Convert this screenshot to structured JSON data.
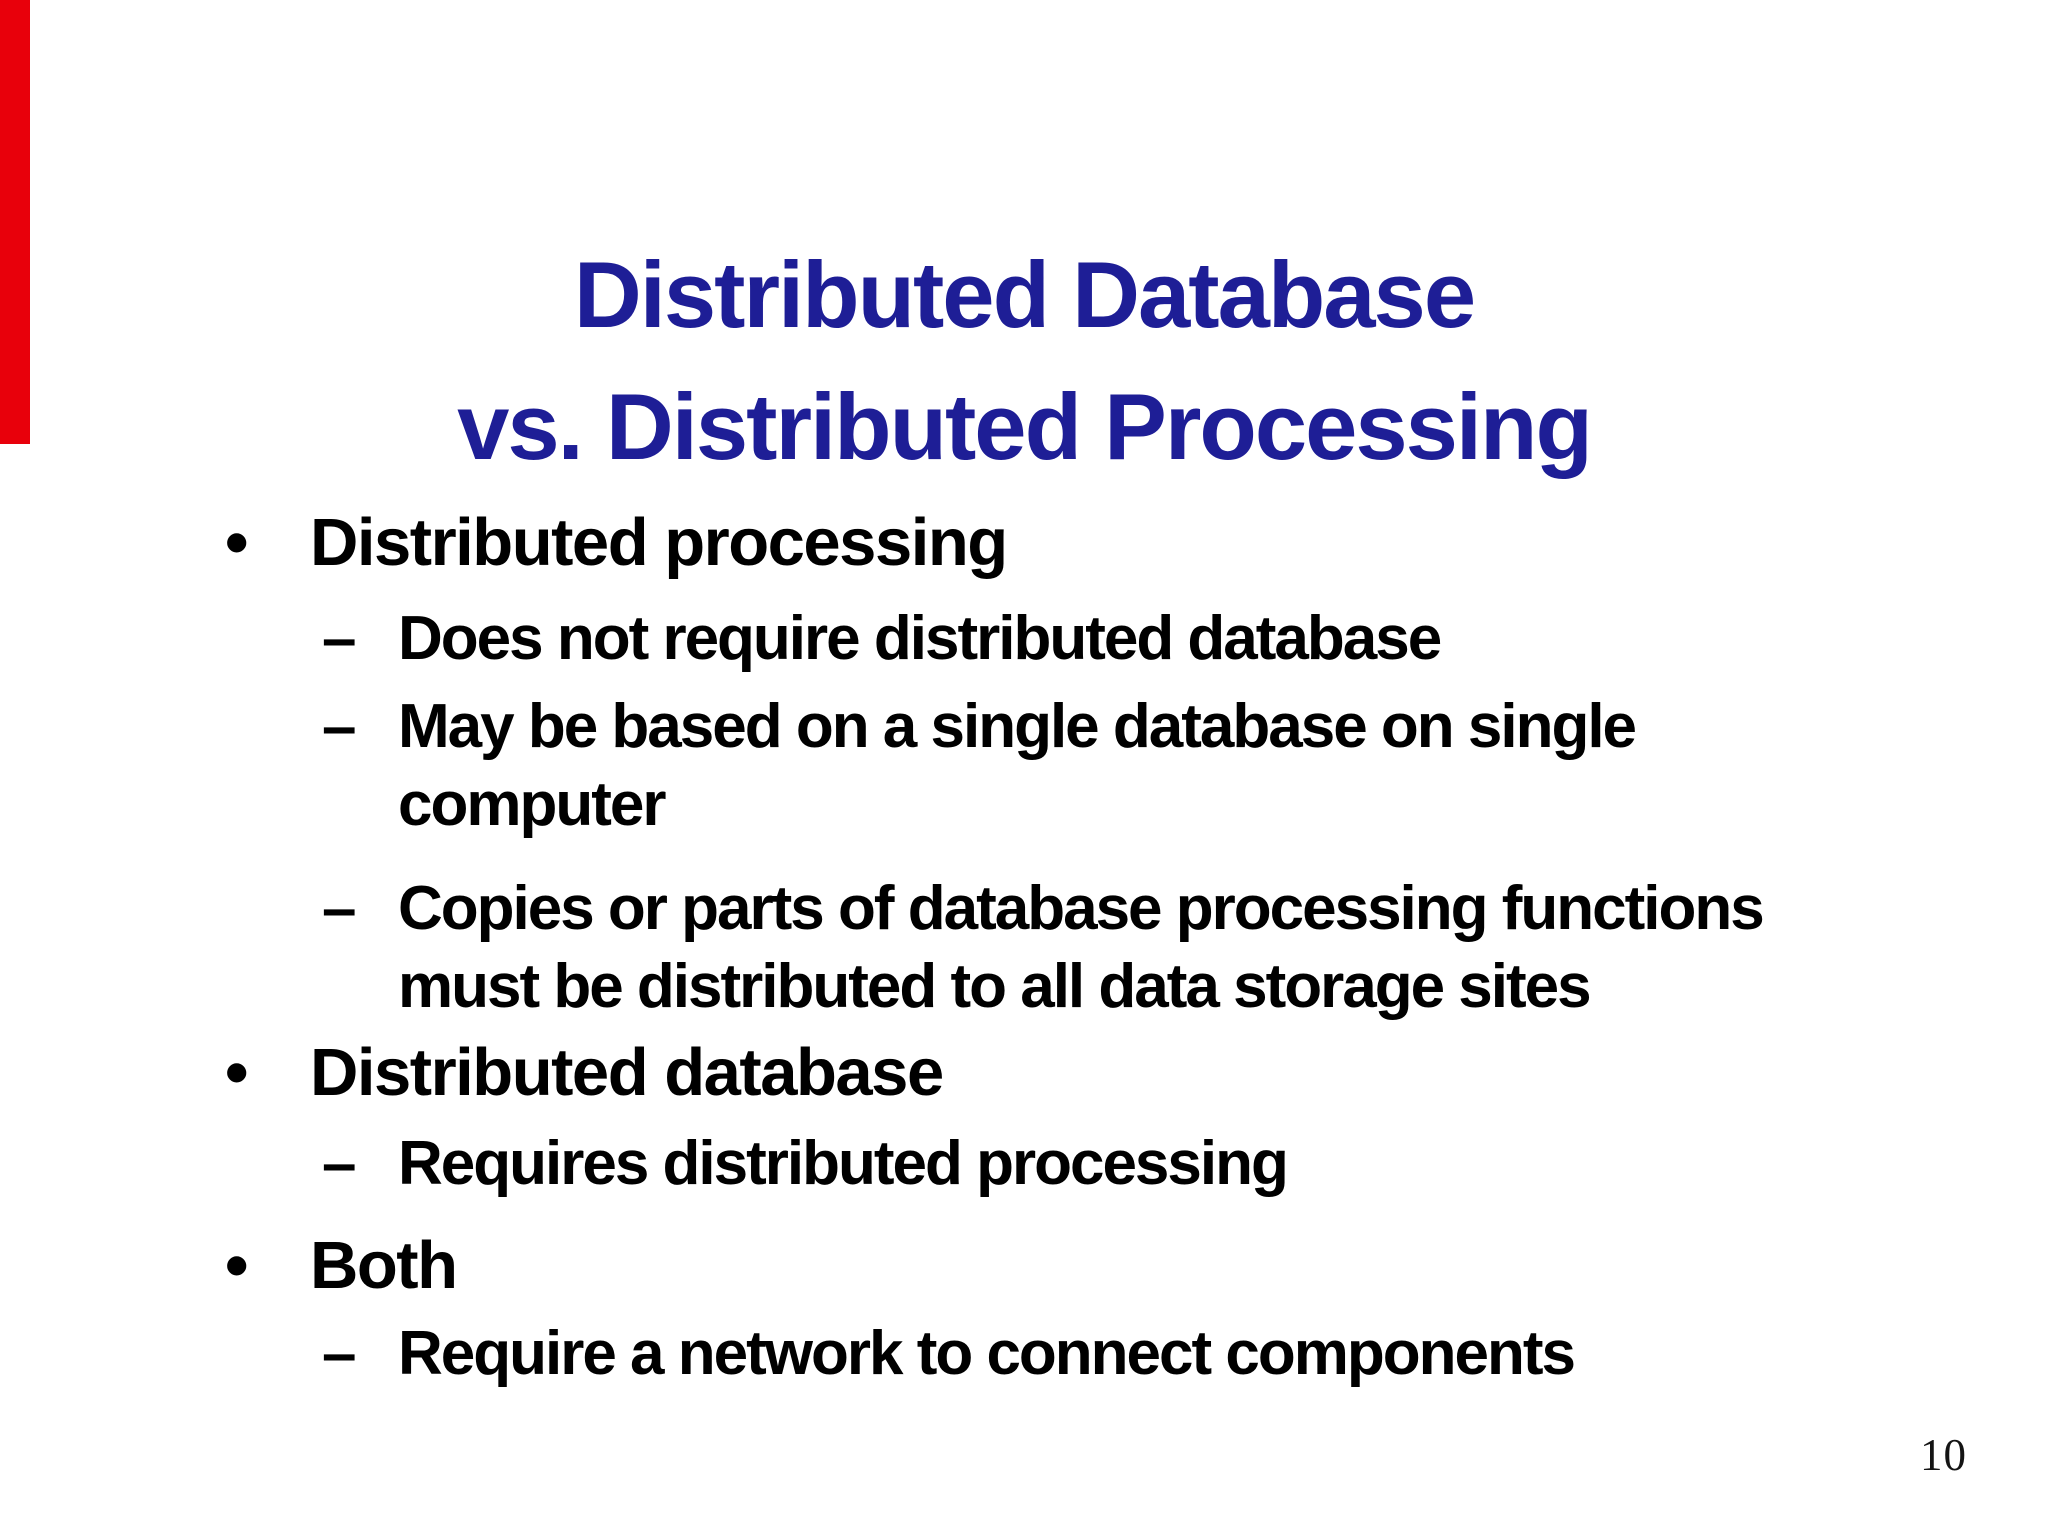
{
  "slide": {
    "background": "#ffffff",
    "artifact_color": "#e8000b",
    "title": {
      "color": "#1e1e96",
      "line1": "Distributed Database",
      "line2": "vs. Distributed Processing"
    },
    "bullets": [
      {
        "level": 1,
        "marker": "•",
        "text": "Distributed processing"
      },
      {
        "level": 2,
        "marker": "–",
        "text": "Does not require distributed database"
      },
      {
        "level": 2,
        "marker": "–",
        "text": "May be based on a single database on single computer"
      },
      {
        "level": 2,
        "marker": "–",
        "text": "Copies or parts of database processing functions must be distributed to all data storage sites"
      },
      {
        "level": 1,
        "marker": "•",
        "text": "Distributed database"
      },
      {
        "level": 2,
        "marker": "–",
        "text": "Requires distributed processing"
      },
      {
        "level": 1,
        "marker": "•",
        "text": "Both"
      },
      {
        "level": 2,
        "marker": "–",
        "text": "Require a network to connect components"
      }
    ],
    "page_number": "10",
    "text_color": "#000000"
  }
}
